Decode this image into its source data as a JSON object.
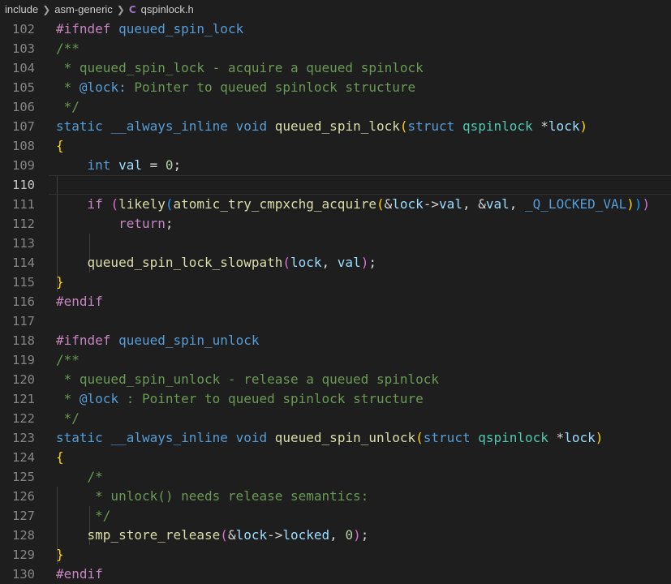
{
  "breadcrumb": {
    "items": [
      "include",
      "asm-generic"
    ],
    "file_icon": "C",
    "file_name": "qspinlock.h"
  },
  "editor": {
    "current_line": "110",
    "lines": [
      {
        "n": "102",
        "tokens": [
          [
            "kw-pre",
            "#ifndef"
          ],
          [
            "plain",
            " "
          ],
          [
            "macro",
            "queued_spin_lock"
          ]
        ]
      },
      {
        "n": "103",
        "tokens": [
          [
            "comment",
            "/**"
          ]
        ]
      },
      {
        "n": "104",
        "tokens": [
          [
            "comment",
            " * queued_spin_lock - acquire a queued spinlock"
          ]
        ]
      },
      {
        "n": "105",
        "tokens": [
          [
            "comment",
            " * "
          ],
          [
            "doc-tag",
            "@lock:"
          ],
          [
            "comment",
            " Pointer to queued spinlock structure"
          ]
        ]
      },
      {
        "n": "106",
        "tokens": [
          [
            "comment",
            " */"
          ]
        ]
      },
      {
        "n": "107",
        "tokens": [
          [
            "kw",
            "static"
          ],
          [
            "plain",
            " "
          ],
          [
            "macro",
            "__always_inline"
          ],
          [
            "plain",
            " "
          ],
          [
            "kw",
            "void"
          ],
          [
            "plain",
            " "
          ],
          [
            "fn",
            "queued_spin_lock"
          ],
          [
            "b1",
            "("
          ],
          [
            "kw",
            "struct"
          ],
          [
            "plain",
            " "
          ],
          [
            "type",
            "qspinlock"
          ],
          [
            "plain",
            " *"
          ],
          [
            "var",
            "lock"
          ],
          [
            "b1",
            ")"
          ]
        ]
      },
      {
        "n": "108",
        "tokens": [
          [
            "b1",
            "{"
          ]
        ]
      },
      {
        "n": "109",
        "tokens": [
          [
            "plain",
            "    "
          ],
          [
            "kw",
            "int"
          ],
          [
            "plain",
            " "
          ],
          [
            "var",
            "val"
          ],
          [
            "plain",
            " = "
          ],
          [
            "num",
            "0"
          ],
          [
            "plain",
            ";"
          ]
        ]
      },
      {
        "n": "110",
        "tokens": []
      },
      {
        "n": "111",
        "tokens": [
          [
            "plain",
            "    "
          ],
          [
            "kw-ctrl",
            "if"
          ],
          [
            "plain",
            " "
          ],
          [
            "b2",
            "("
          ],
          [
            "fn",
            "likely"
          ],
          [
            "b3",
            "("
          ],
          [
            "fn",
            "atomic_try_cmpxchg_acquire"
          ],
          [
            "b1",
            "("
          ],
          [
            "plain",
            "&"
          ],
          [
            "var",
            "lock"
          ],
          [
            "plain",
            "->"
          ],
          [
            "var",
            "val"
          ],
          [
            "plain",
            ", &"
          ],
          [
            "var",
            "val"
          ],
          [
            "plain",
            ", "
          ],
          [
            "const",
            "_Q_LOCKED_VAL"
          ],
          [
            "b1",
            ")"
          ],
          [
            "b3",
            ")"
          ],
          [
            "b2",
            ")"
          ]
        ]
      },
      {
        "n": "112",
        "tokens": [
          [
            "plain",
            "        "
          ],
          [
            "kw-ctrl",
            "return"
          ],
          [
            "plain",
            ";"
          ]
        ]
      },
      {
        "n": "113",
        "tokens": []
      },
      {
        "n": "114",
        "tokens": [
          [
            "plain",
            "    "
          ],
          [
            "fn",
            "queued_spin_lock_slowpath"
          ],
          [
            "b2",
            "("
          ],
          [
            "var",
            "lock"
          ],
          [
            "plain",
            ", "
          ],
          [
            "var",
            "val"
          ],
          [
            "b2",
            ")"
          ],
          [
            "plain",
            ";"
          ]
        ]
      },
      {
        "n": "115",
        "tokens": [
          [
            "b1",
            "}"
          ]
        ]
      },
      {
        "n": "116",
        "tokens": [
          [
            "kw-pre",
            "#endif"
          ]
        ]
      },
      {
        "n": "117",
        "tokens": []
      },
      {
        "n": "118",
        "tokens": [
          [
            "kw-pre",
            "#ifndef"
          ],
          [
            "plain",
            " "
          ],
          [
            "macro",
            "queued_spin_unlock"
          ]
        ]
      },
      {
        "n": "119",
        "tokens": [
          [
            "comment",
            "/**"
          ]
        ]
      },
      {
        "n": "120",
        "tokens": [
          [
            "comment",
            " * queued_spin_unlock - release a queued spinlock"
          ]
        ]
      },
      {
        "n": "121",
        "tokens": [
          [
            "comment",
            " * "
          ],
          [
            "doc-tag",
            "@lock"
          ],
          [
            "comment",
            " : Pointer to queued spinlock structure"
          ]
        ]
      },
      {
        "n": "122",
        "tokens": [
          [
            "comment",
            " */"
          ]
        ]
      },
      {
        "n": "123",
        "tokens": [
          [
            "kw",
            "static"
          ],
          [
            "plain",
            " "
          ],
          [
            "macro",
            "__always_inline"
          ],
          [
            "plain",
            " "
          ],
          [
            "kw",
            "void"
          ],
          [
            "plain",
            " "
          ],
          [
            "fn",
            "queued_spin_unlock"
          ],
          [
            "b1",
            "("
          ],
          [
            "kw",
            "struct"
          ],
          [
            "plain",
            " "
          ],
          [
            "type",
            "qspinlock"
          ],
          [
            "plain",
            " *"
          ],
          [
            "var",
            "lock"
          ],
          [
            "b1",
            ")"
          ]
        ]
      },
      {
        "n": "124",
        "tokens": [
          [
            "b1",
            "{"
          ]
        ]
      },
      {
        "n": "125",
        "tokens": [
          [
            "plain",
            "    "
          ],
          [
            "comment",
            "/*"
          ]
        ]
      },
      {
        "n": "126",
        "tokens": [
          [
            "plain",
            "    "
          ],
          [
            "comment",
            " * unlock() needs release semantics:"
          ]
        ]
      },
      {
        "n": "127",
        "tokens": [
          [
            "plain",
            "    "
          ],
          [
            "comment",
            " */"
          ]
        ]
      },
      {
        "n": "128",
        "tokens": [
          [
            "plain",
            "    "
          ],
          [
            "fn",
            "smp_store_release"
          ],
          [
            "b2",
            "("
          ],
          [
            "plain",
            "&"
          ],
          [
            "var",
            "lock"
          ],
          [
            "plain",
            "->"
          ],
          [
            "var",
            "locked"
          ],
          [
            "plain",
            ", "
          ],
          [
            "num",
            "0"
          ],
          [
            "b2",
            ")"
          ],
          [
            "plain",
            ";"
          ]
        ]
      },
      {
        "n": "129",
        "tokens": [
          [
            "b1",
            "}"
          ]
        ]
      },
      {
        "n": "130",
        "tokens": [
          [
            "kw-pre",
            "#endif"
          ]
        ]
      }
    ]
  }
}
